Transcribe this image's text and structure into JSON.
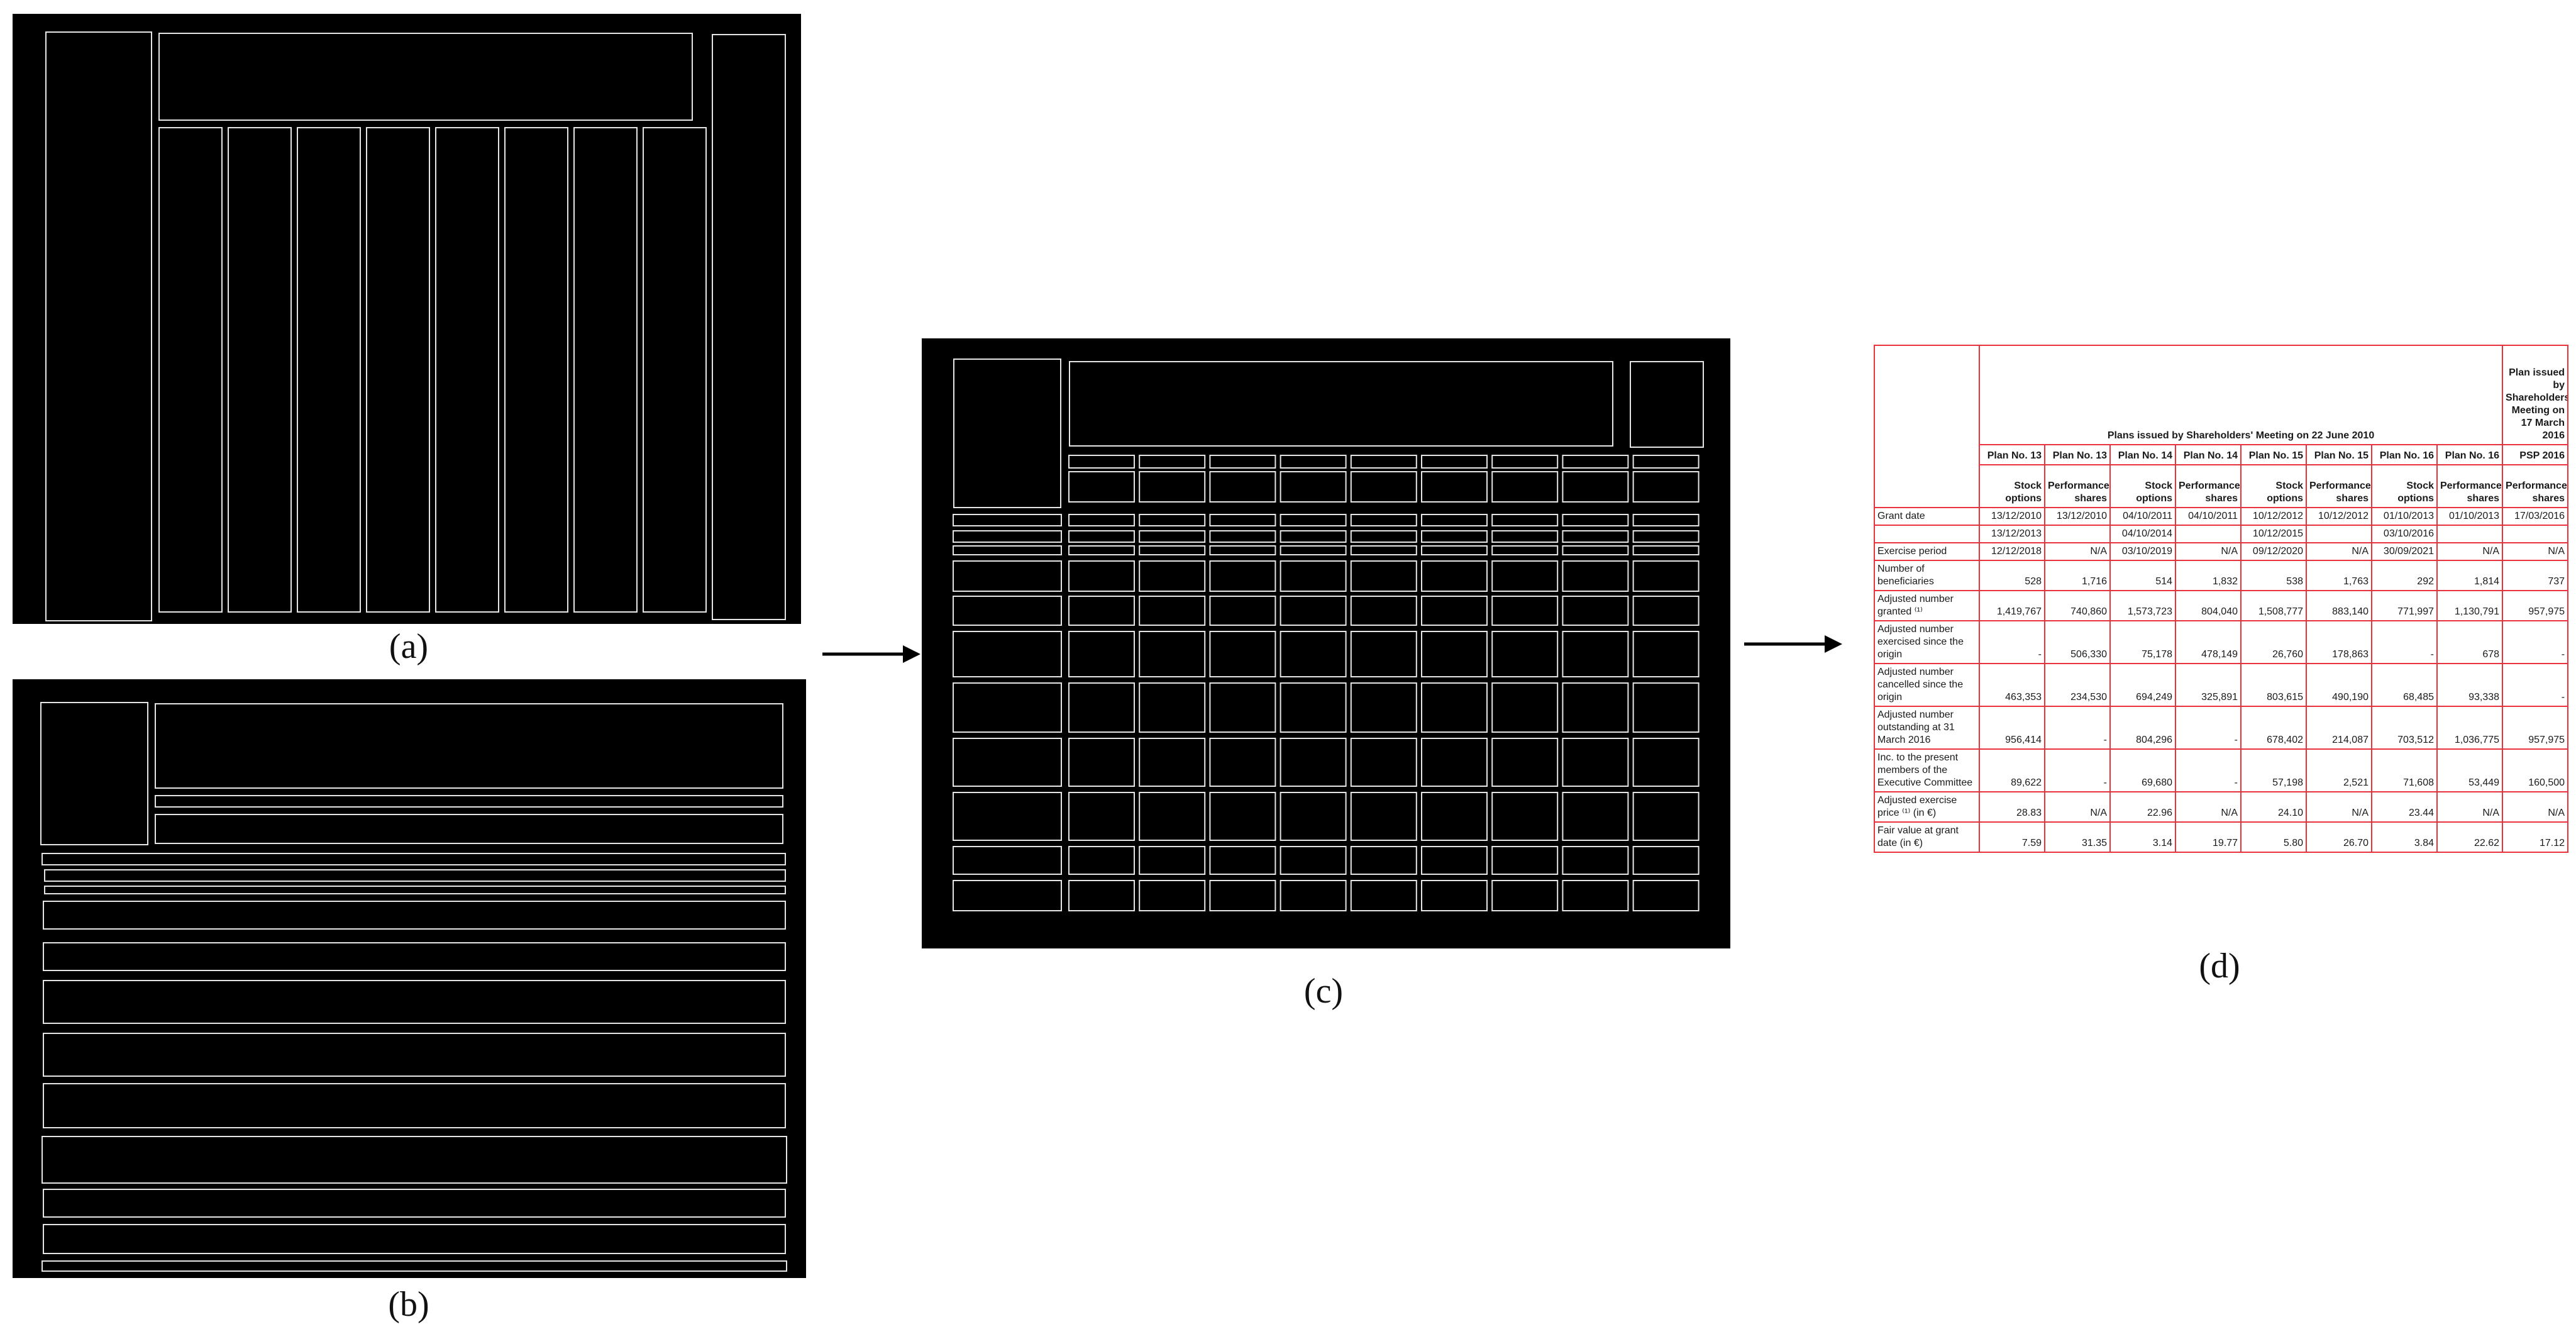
{
  "captions": {
    "a": "(a)",
    "b": "(b)",
    "c": "(c)",
    "d": "(d)"
  },
  "colors": {
    "panel_bg": "#000000",
    "box_stroke": "#e6e6e6",
    "table_border": "#e8323c",
    "arrow": "#000000"
  },
  "table": {
    "group_header": "Plans issued by Shareholders' Meeting on 22 June 2010",
    "psp_header": "Plan issued by Shareholders' Meeting on 17 March 2016",
    "plan_headers": [
      "Plan No. 13",
      "Plan No. 13",
      "Plan No. 14",
      "Plan No. 14",
      "Plan No. 15",
      "Plan No. 15",
      "Plan No. 16",
      "Plan No. 16",
      "PSP 2016"
    ],
    "type_headers": [
      "Stock options",
      "Performance shares",
      "Stock options",
      "Performance shares",
      "Stock options",
      "Performance shares",
      "Stock options",
      "Performance shares",
      "Performance shares"
    ],
    "rows": [
      {
        "label": "Grant date",
        "cells": [
          "13/12/2010",
          "13/12/2010",
          "04/10/2011",
          "04/10/2011",
          "10/12/2012",
          "10/12/2012",
          "01/10/2013",
          "01/10/2013",
          "17/03/2016"
        ]
      },
      {
        "label": "",
        "cells": [
          "13/12/2013",
          "",
          "04/10/2014",
          "",
          "10/12/2015",
          "",
          "03/10/2016",
          "",
          ""
        ]
      },
      {
        "label": "Exercise period",
        "cells": [
          "12/12/2018",
          "N/A",
          "03/10/2019",
          "N/A",
          "09/12/2020",
          "N/A",
          "30/09/2021",
          "N/A",
          "N/A"
        ]
      },
      {
        "label": "Number of beneficiaries",
        "cells": [
          "528",
          "1,716",
          "514",
          "1,832",
          "538",
          "1,763",
          "292",
          "1,814",
          "737"
        ]
      },
      {
        "label": "Adjusted number granted ⁽¹⁾",
        "cells": [
          "1,419,767",
          "740,860",
          "1,573,723",
          "804,040",
          "1,508,777",
          "883,140",
          "771,997",
          "1,130,791",
          "957,975"
        ]
      },
      {
        "label": "Adjusted number exercised since the origin",
        "cells": [
          "-",
          "506,330",
          "75,178",
          "478,149",
          "26,760",
          "178,863",
          "-",
          "678",
          "-"
        ]
      },
      {
        "label": "Adjusted number cancelled since the origin",
        "cells": [
          "463,353",
          "234,530",
          "694,249",
          "325,891",
          "803,615",
          "490,190",
          "68,485",
          "93,338",
          "-"
        ]
      },
      {
        "label": "Adjusted number outstanding at 31 March 2016",
        "cells": [
          "956,414",
          "-",
          "804,296",
          "-",
          "678,402",
          "214,087",
          "703,512",
          "1,036,775",
          "957,975"
        ]
      },
      {
        "label": "Inc. to the present members of the Executive Committee",
        "cells": [
          "89,622",
          "-",
          "69,680",
          "-",
          "57,198",
          "2,521",
          "71,608",
          "53,449",
          "160,500"
        ]
      },
      {
        "label": "Adjusted exercise price ⁽¹⁾ (in €)",
        "cells": [
          "28.83",
          "N/A",
          "22.96",
          "N/A",
          "24.10",
          "N/A",
          "23.44",
          "N/A",
          "N/A"
        ]
      },
      {
        "label": "Fair value at grant date (in €)",
        "cells": [
          "7.59",
          "31.35",
          "3.14",
          "19.77",
          "5.80",
          "26.70",
          "3.84",
          "22.62",
          "17.12"
        ]
      }
    ]
  }
}
